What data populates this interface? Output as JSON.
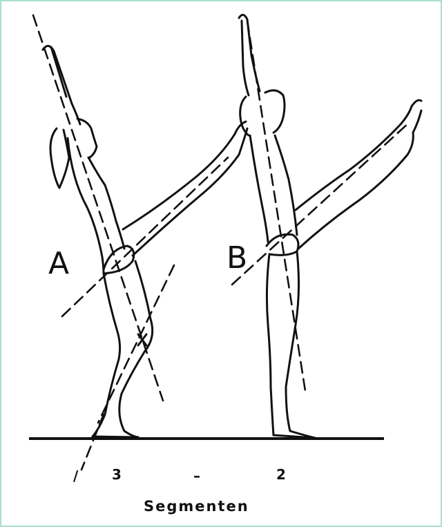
{
  "labels": {
    "figure_a": "A",
    "figure_b": "B",
    "seg_1": "/",
    "seg_3": "3",
    "seg_dash": "–",
    "seg_2": "2",
    "caption": "Segmenten"
  }
}
